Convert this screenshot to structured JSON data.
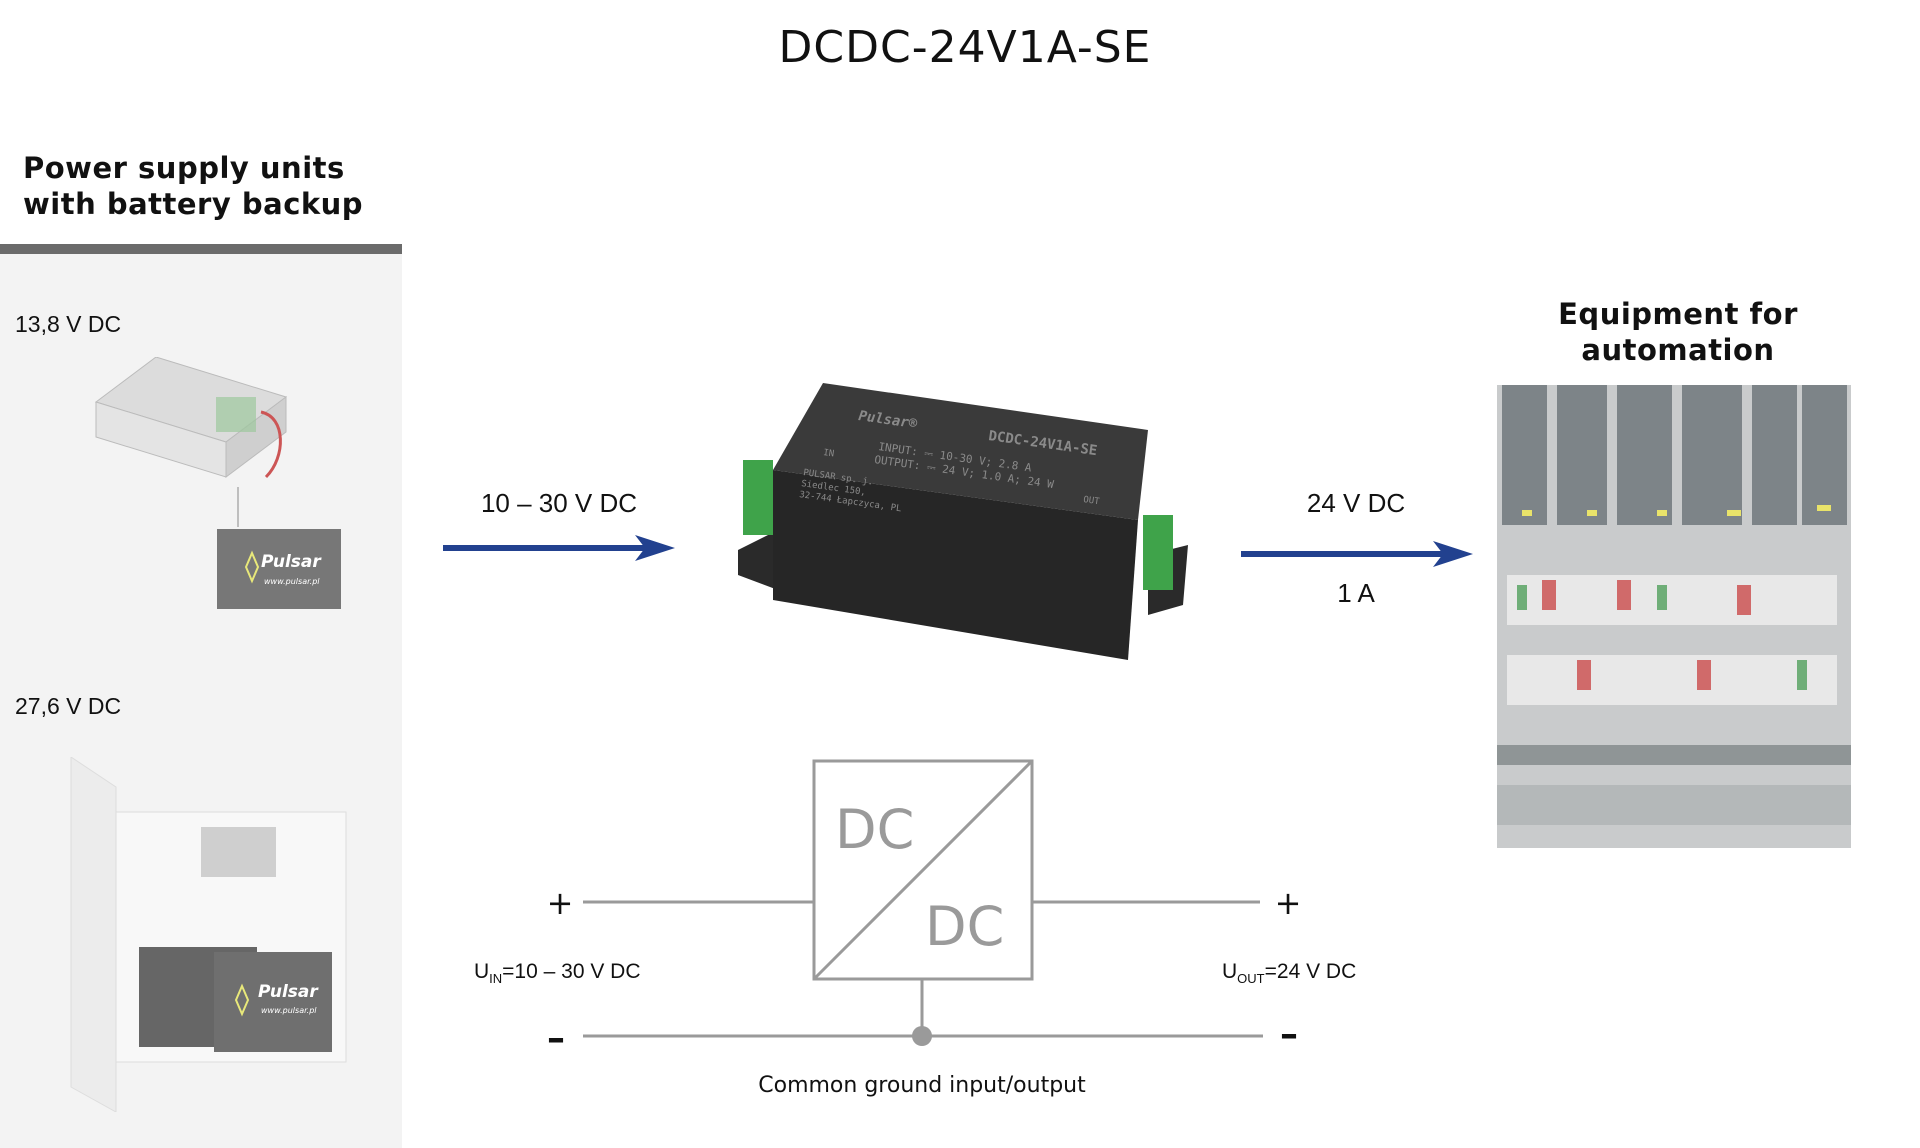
{
  "title": "DCDC-24V1A-SE",
  "left_panel": {
    "heading_line1": "Power supply units",
    "heading_line2": "with battery backup",
    "psu1_voltage": "13,8 V DC",
    "psu2_voltage": "27,6 V DC",
    "brand": "Pulsar",
    "brand_url": "www.pulsar.pl"
  },
  "input_arrow_label": "10 – 30 V DC",
  "output_arrow_label_voltage": "24 V DC",
  "output_arrow_label_current": "1 A",
  "device": {
    "model": "DCDC-24V1A-SE",
    "input": "INPUT: ⎓ 10-30 V; 2.8 A",
    "output": "OUTPUT: ⎓ 24 V; 1.0 A; 24 W",
    "maker": "PULSAR sp. j.",
    "addr1": "Siedlec 150,",
    "addr2": "32-744 Łapczyca, PL",
    "in_label": "IN",
    "out_label": "OUT"
  },
  "right_panel": {
    "heading_line1": "Equipment for",
    "heading_line2": "automation"
  },
  "schematic": {
    "top_left": "DC",
    "bottom_right": "DC",
    "plus": "+",
    "minus": "–",
    "uin_symbol": "U",
    "uin_sub": "IN",
    "uin_value": "=10 – 30 V DC",
    "uout_symbol": "U",
    "uout_sub": "OUT",
    "uout_value": "=24 V DC",
    "ground_label": "Common ground input/output"
  },
  "colors": {
    "arrow": "#22418f",
    "schematic": "#9a9a9a",
    "panel": "#f3f3f3"
  }
}
